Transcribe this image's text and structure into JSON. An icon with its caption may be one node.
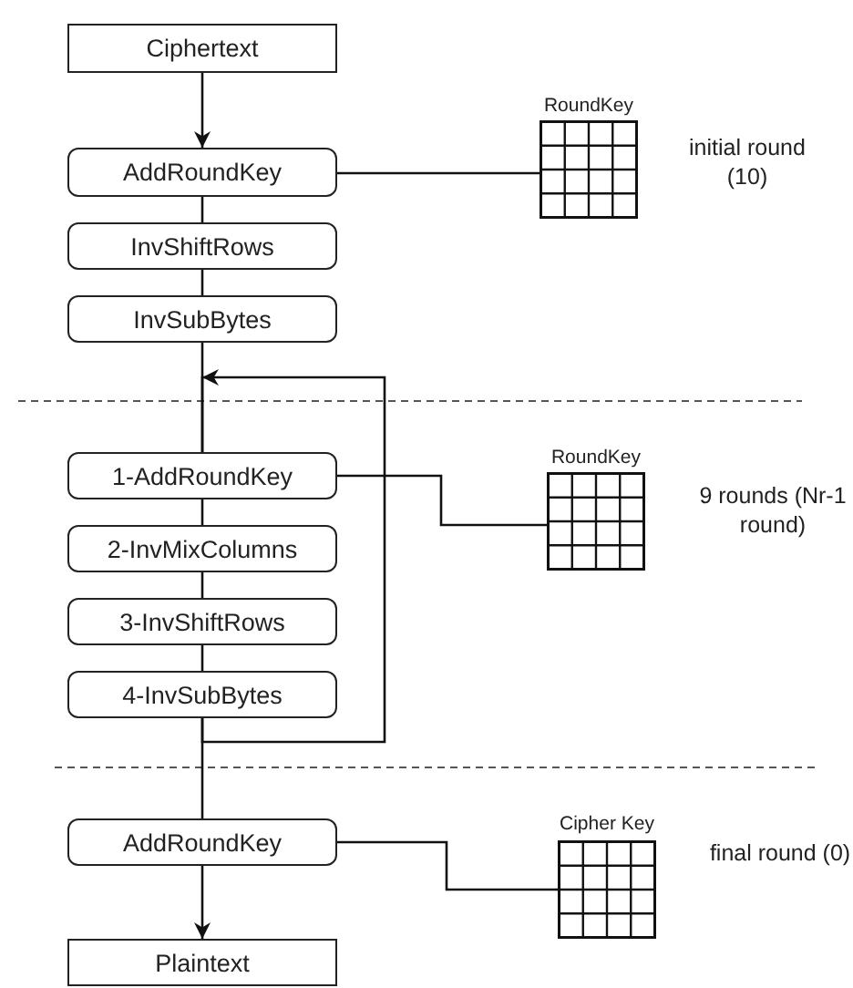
{
  "diagram": {
    "nodes": [
      {
        "text": [
          "Ciphertext"
        ]
      },
      {
        "text": [
          "AddRoundKey"
        ]
      },
      {
        "text": [
          "InvShiftRows"
        ]
      },
      {
        "text": [
          "InvSubBytes"
        ]
      },
      {
        "text": [
          "RoundKey"
        ]
      },
      {
        "text": [
          "1-AddRoundKey"
        ]
      },
      {
        "text": [
          "2-InvMixColumns"
        ]
      },
      {
        "text": [
          "3-InvShiftRows"
        ]
      },
      {
        "text": [
          "4-InvSubBytes"
        ]
      },
      {
        "text": [
          "RoundKey"
        ]
      },
      {
        "text": [
          "AddRoundKey"
        ]
      },
      {
        "text": [
          "Plaintext"
        ]
      },
      {
        "text": [
          "Cipher Key"
        ]
      }
    ],
    "edges": [
      {
        "from": 0,
        "to": 1,
        "arrow": "to"
      },
      {
        "from": 1,
        "to": 2,
        "arrow": "none"
      },
      {
        "from": 2,
        "to": 3,
        "arrow": "none"
      },
      {
        "from": 3,
        "to": 5,
        "arrow": "none"
      },
      {
        "from": 5,
        "to": 6,
        "arrow": "none"
      },
      {
        "from": 6,
        "to": 7,
        "arrow": "none"
      },
      {
        "from": 7,
        "to": 8,
        "arrow": "none"
      },
      {
        "from": 8,
        "to": 5,
        "arrow": "to"
      },
      {
        "from": 8,
        "to": 10,
        "arrow": "none"
      },
      {
        "from": 10,
        "to": 11,
        "arrow": "to"
      },
      {
        "from": 1,
        "to": 4,
        "arrow": "none"
      },
      {
        "from": 5,
        "to": 9,
        "arrow": "none"
      },
      {
        "from": 10,
        "to": 12,
        "arrow": "none"
      }
    ],
    "labels": [
      "initial round (10)",
      "9 rounds (Nr-1 round)",
      "final round (0)"
    ]
  }
}
